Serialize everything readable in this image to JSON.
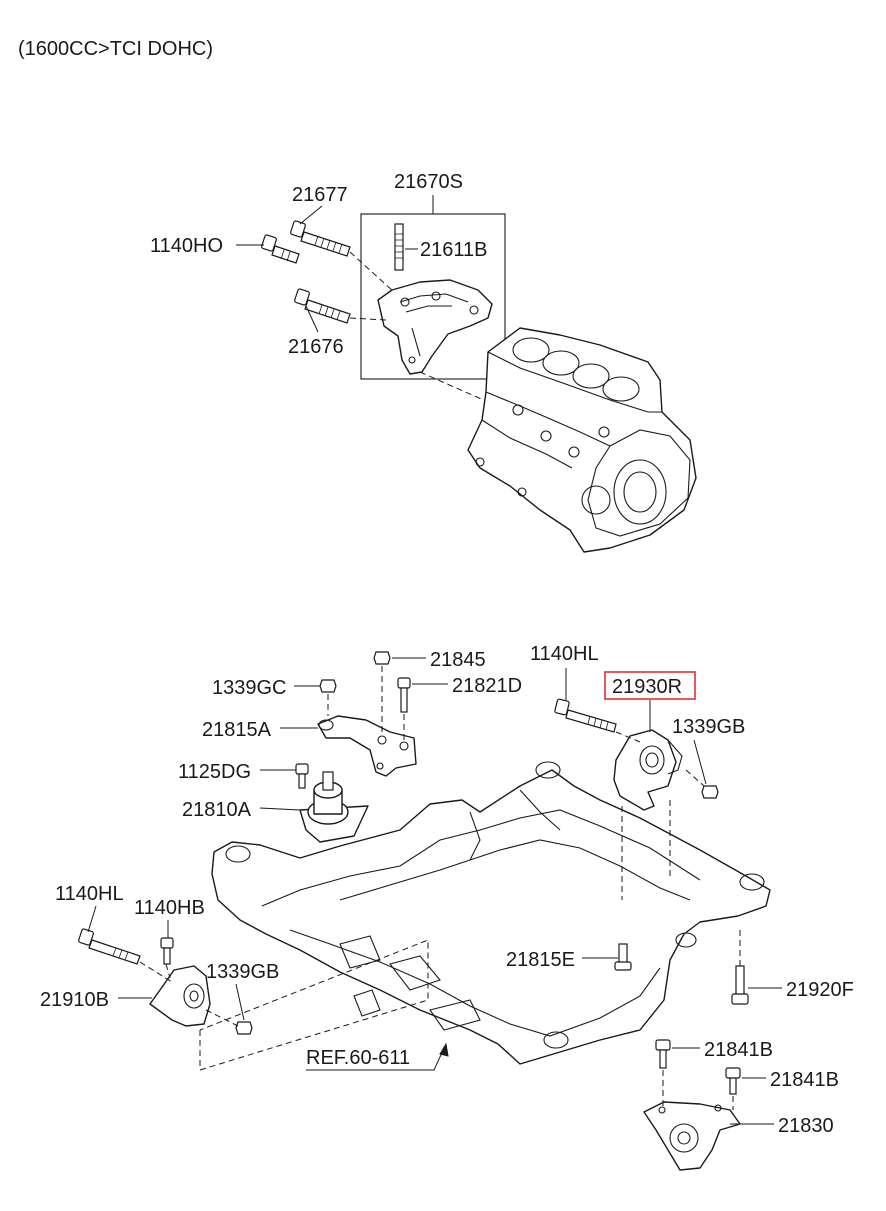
{
  "header": {
    "title": "(1600CC>TCI DOHC)"
  },
  "labels": {
    "p21670S": "21670S",
    "p21677": "21677",
    "p1140HO": "1140HO",
    "p21611B": "21611B",
    "p21676": "21676",
    "p21845": "21845",
    "p1140HL_top": "1140HL",
    "p1339GC": "1339GC",
    "p21821D": "21821D",
    "p21930R": "21930R",
    "p21815A": "21815A",
    "p1339GB_top": "1339GB",
    "p1125DG": "1125DG",
    "p21810A": "21810A",
    "p1140HL_left": "1140HL",
    "p1140HB": "1140HB",
    "p1339GB_left": "1339GB",
    "p21910B": "21910B",
    "p21815E": "21815E",
    "p21920F": "21920F",
    "pREF": "REF.60-611",
    "p21841B_a": "21841B",
    "p21841B_b": "21841B",
    "p21830": "21830"
  },
  "highlight": {
    "part": "21930R",
    "color": "#e03030"
  },
  "colors": {
    "ink": "#1a1a1a",
    "background": "#ffffff"
  }
}
